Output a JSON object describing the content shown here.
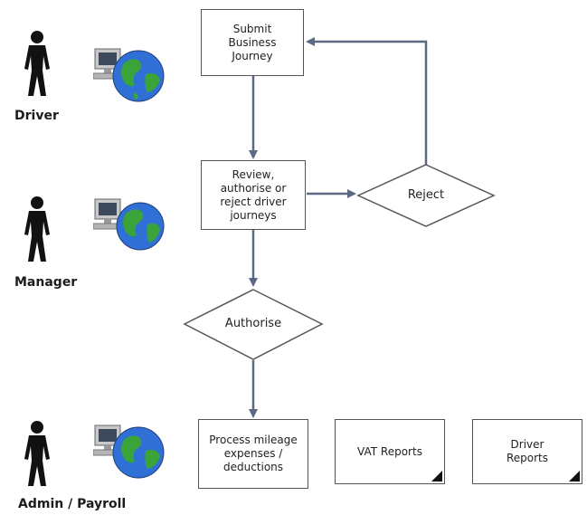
{
  "actors": [
    {
      "name": "Driver"
    },
    {
      "name": "Manager"
    },
    {
      "name": "Admin / Payroll"
    }
  ],
  "boxes": {
    "submit": "Submit\nBusiness\nJourney",
    "review": "Review,\nauthorise or\nreject driver\njourneys",
    "process": "Process mileage\nexpenses /\ndeductions",
    "vat_reports": "VAT Reports",
    "driver_reports": "Driver\nReports"
  },
  "decisions": {
    "reject": "Reject",
    "authorise": "Authorise"
  },
  "icons": {
    "actor": "person-icon",
    "computer": "computer-globe-icon"
  },
  "colors": {
    "arrow": "#5b6a82",
    "border": "#555555",
    "person": "#111111",
    "globe_ocean": "#2f6fd6",
    "globe_land": "#3aa33a"
  }
}
